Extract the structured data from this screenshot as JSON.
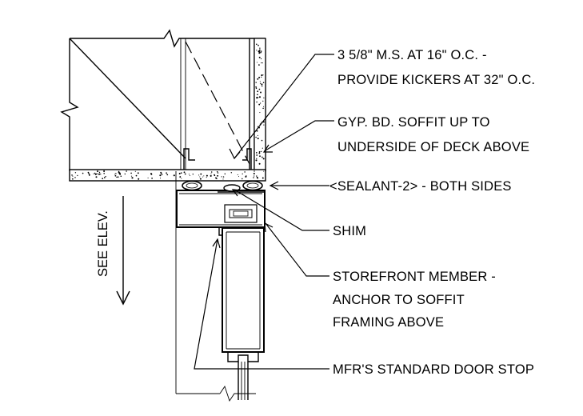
{
  "callouts": {
    "studs_line1": "3 5/8\" M.S. AT 16\" O.C. -",
    "studs_line2": "PROVIDE KICKERS AT 32\" O.C.",
    "soffit_line1": "GYP. BD. SOFFIT UP TO",
    "soffit_line2": "UNDERSIDE OF DECK ABOVE",
    "sealant": "<SEALANT-2>  - BOTH SIDES",
    "shim": "SHIM",
    "storefront_line1": "STOREFRONT MEMBER -",
    "storefront_line2": "ANCHOR TO SOFFIT",
    "storefront_line3": "FRAMING ABOVE",
    "door_stop": "MFR'S STANDARD DOOR STOP"
  },
  "see_elevation": "SEE ELEV."
}
